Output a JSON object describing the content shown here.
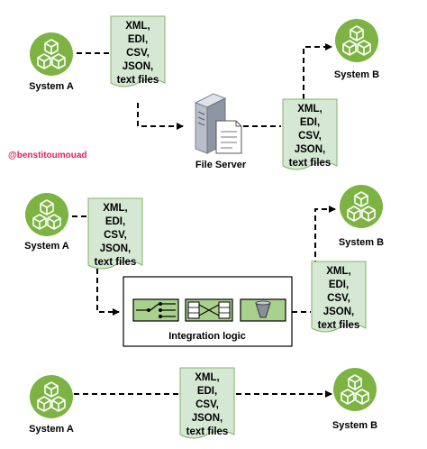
{
  "handle": "@benstitoumouad",
  "file_types": [
    "XML,",
    "EDI,",
    "CSV,",
    "JSON,",
    "text files"
  ],
  "scenario1": {
    "source": "System A",
    "target": "System B",
    "server": "File Server"
  },
  "scenario2": {
    "source": "System A",
    "target": "System B",
    "integration": "Integration logic"
  },
  "scenario3": {
    "source": "System A",
    "target": "System B"
  },
  "icons": {
    "system": "stacked-cubes-icon",
    "server": "file-server-icon",
    "switch": "switch-icon",
    "transform": "mapping-icon",
    "filter": "filter-funnel-icon"
  },
  "colors": {
    "system_green": "#7CB342",
    "document_fill": "#D5E8D4",
    "document_stroke": "#82B366",
    "handle": "#E0245E"
  }
}
